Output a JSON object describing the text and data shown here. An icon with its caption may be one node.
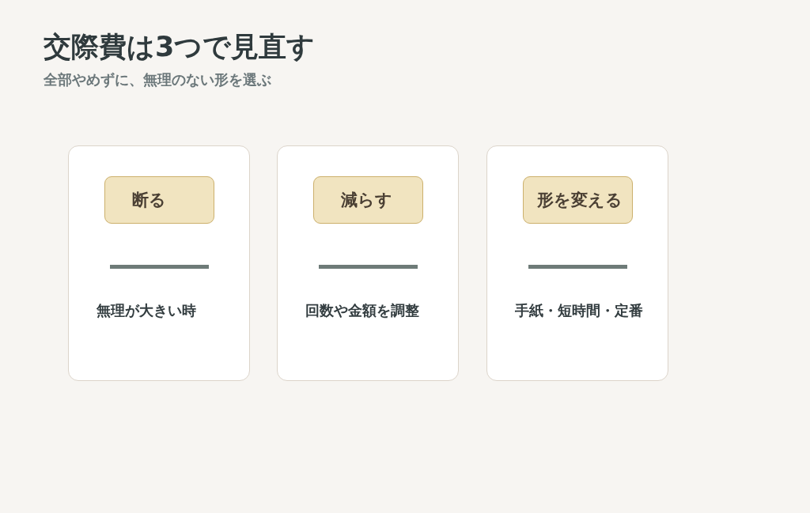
{
  "diagram": {
    "title": "交際費は3つで見直す",
    "nodes": [
      {
        "text": [
          "無理が大きい時"
        ]
      },
      {
        "text": [
          "断る"
        ],
        "in": 0
      },
      {
        "text": [
          "回数や金額を調整"
        ]
      },
      {
        "text": [
          "減らす"
        ],
        "in": 2
      },
      {
        "text": [
          "手紙・短時間・定番"
        ]
      },
      {
        "text": [
          "形を変える"
        ],
        "in": 4
      }
    ],
    "labels": [
      "全部やめずに、無理のない形を選ぶ"
    ]
  }
}
